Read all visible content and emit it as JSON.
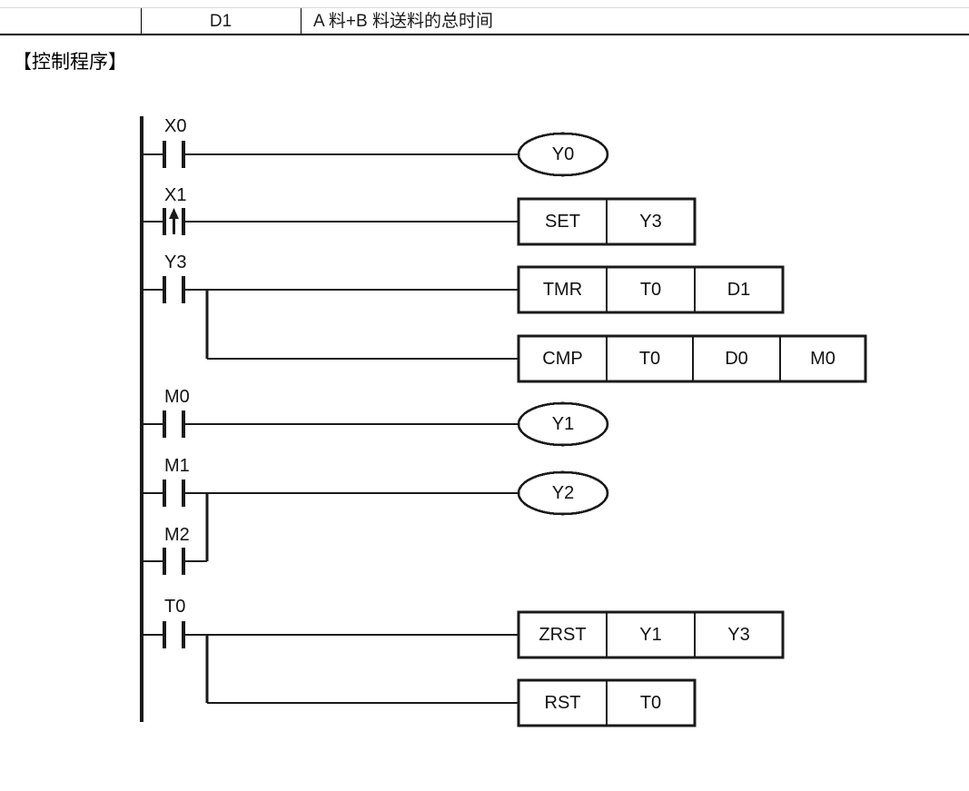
{
  "table_fragment": {
    "columns": [
      "D1",
      "A 料+B 料送料的总时间"
    ],
    "device": "D1",
    "description": "A 料+B 料送料的总时间"
  },
  "section": {
    "title": "【控制程序】"
  },
  "ladder": {
    "rungs": [
      {
        "id": "rung-1",
        "contacts": [
          {
            "label": "X0",
            "type": "normally-open"
          }
        ],
        "output": {
          "kind": "coil",
          "label": "Y0"
        }
      },
      {
        "id": "rung-2",
        "contacts": [
          {
            "label": "X1",
            "type": "rising-edge"
          }
        ],
        "output": {
          "kind": "instruction-box",
          "cells": [
            "SET",
            "Y3"
          ]
        }
      },
      {
        "id": "rung-3",
        "contacts": [
          {
            "label": "Y3",
            "type": "normally-open"
          }
        ],
        "branches": [
          {
            "kind": "instruction-box",
            "cells": [
              "TMR",
              "T0",
              "D1"
            ]
          },
          {
            "kind": "instruction-box",
            "cells": [
              "CMP",
              "T0",
              "D0",
              "M0"
            ]
          }
        ]
      },
      {
        "id": "rung-4",
        "contacts": [
          {
            "label": "M0",
            "type": "normally-open"
          }
        ],
        "output": {
          "kind": "coil",
          "label": "Y1"
        }
      },
      {
        "id": "rung-5",
        "contacts": [
          {
            "label": "M1",
            "type": "normally-open"
          },
          {
            "label": "M2",
            "type": "normally-open"
          }
        ],
        "output": {
          "kind": "coil",
          "label": "Y2"
        }
      },
      {
        "id": "rung-6",
        "contacts": [
          {
            "label": "T0",
            "type": "normally-open"
          }
        ],
        "branches": [
          {
            "kind": "instruction-box",
            "cells": [
              "ZRST",
              "Y1",
              "Y3"
            ]
          },
          {
            "kind": "instruction-box",
            "cells": [
              "RST",
              "T0"
            ]
          }
        ]
      }
    ],
    "labels": {
      "x0": "X0",
      "x1": "X1",
      "y3c": "Y3",
      "m0": "M0",
      "m1": "M1",
      "m2": "M2",
      "t0": "T0"
    },
    "coils": {
      "y0": "Y0",
      "y1": "Y1",
      "y2": "Y2"
    },
    "boxes": {
      "set": [
        "SET",
        "Y3"
      ],
      "tmr": [
        "TMR",
        "T0",
        "D1"
      ],
      "cmp": [
        "CMP",
        "T0",
        "D0",
        "M0"
      ],
      "zrst": [
        "ZRST",
        "Y1",
        "Y3"
      ],
      "rst": [
        "RST",
        "T0"
      ]
    },
    "box_cells": {
      "set_0": "SET",
      "set_1": "Y3",
      "tmr_0": "TMR",
      "tmr_1": "T0",
      "tmr_2": "D1",
      "cmp_0": "CMP",
      "cmp_1": "T0",
      "cmp_2": "D0",
      "cmp_3": "M0",
      "zrst_0": "ZRST",
      "zrst_1": "Y1",
      "zrst_2": "Y3",
      "rst_0": "RST",
      "rst_1": "T0"
    }
  },
  "colors": {
    "line": "#1a1a1a",
    "text": "#111111",
    "table_rule": "#000000",
    "table_faint_rule": "#d9d9d9",
    "background": "#ffffff"
  }
}
